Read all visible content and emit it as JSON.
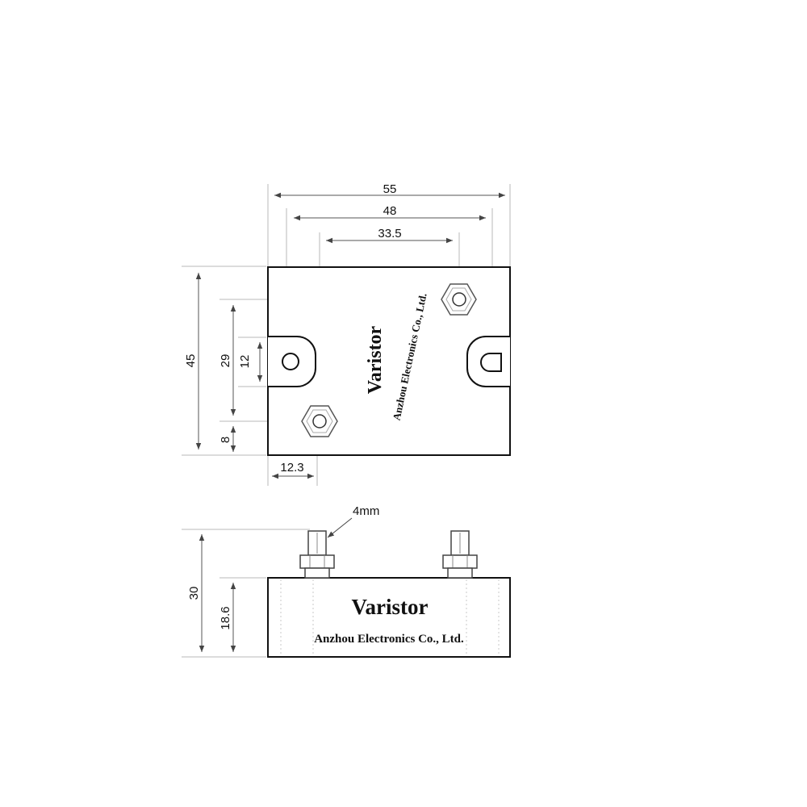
{
  "top_view": {
    "brand": "Varistor",
    "maker": "Anzhou Electronics Co., Ltd.",
    "dims": {
      "overall_width": "55",
      "terminal_span": "48",
      "nut_span": "33.5",
      "overall_height": "45",
      "nut_vertical": "29",
      "terminal_height": "12",
      "nut_offset_bottom": "8",
      "nut_offset_left": "12.3"
    }
  },
  "side_view": {
    "brand": "Varistor",
    "maker": "Anzhou Electronics Co., Ltd.",
    "dims": {
      "total_height": "30",
      "body_height": "18.6",
      "stud_diameter": "4mm"
    }
  },
  "colors": {
    "line": "#111111",
    "extension_line": "#b8b8b8"
  }
}
